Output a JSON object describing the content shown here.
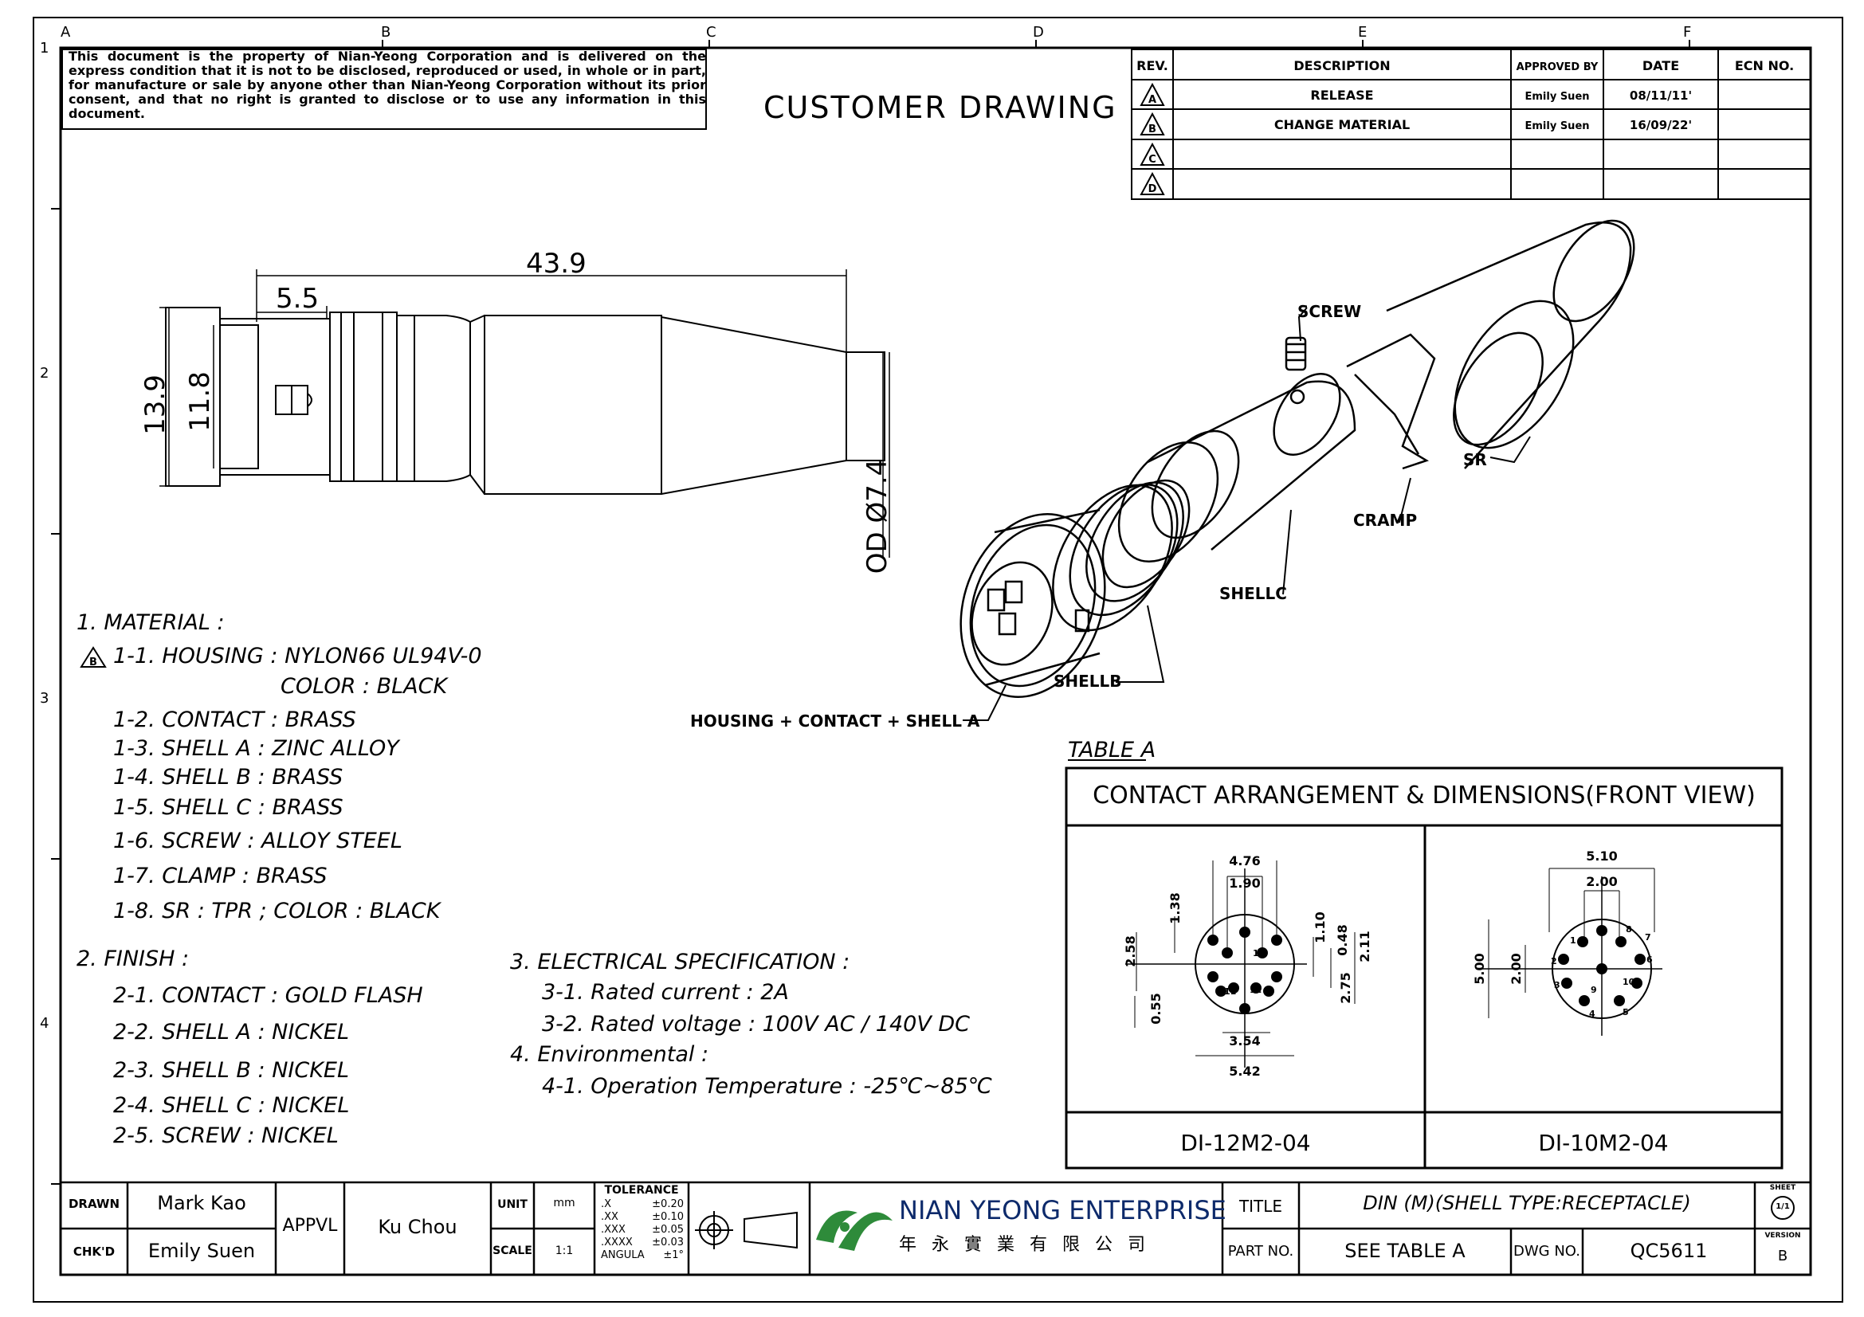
{
  "notice": "This document is the property of Nian-Yeong Corporation and is delivered on the express condition that it is not to be disclosed, reproduced or used, in whole or in part, for manufacture or sale by anyone other than Nian-Yeong Corporation without its prior consent, and that no right is granted to disclose or to use any information in this document.",
  "drawing_title": "CUSTOMER DRAWING",
  "zone_letters": [
    "A",
    "B",
    "C",
    "D",
    "E",
    "F"
  ],
  "zone_numbers": [
    "1",
    "2",
    "3",
    "4"
  ],
  "revision_table": {
    "headers": [
      "REV.",
      "DESCRIPTION",
      "APPROVED BY",
      "DATE",
      "ECN NO."
    ],
    "rows": [
      {
        "rev": "A",
        "description": "RELEASE",
        "approved": "Emily Suen",
        "date": "08/11/11'",
        "ecn": ""
      },
      {
        "rev": "B",
        "description": "CHANGE MATERIAL",
        "approved": "Emily Suen",
        "date": "16/09/22'",
        "ecn": ""
      },
      {
        "rev": "C",
        "description": "",
        "approved": "",
        "date": "",
        "ecn": ""
      },
      {
        "rev": "D",
        "description": "",
        "approved": "",
        "date": "",
        "ecn": ""
      }
    ]
  },
  "side_view": {
    "dim_total": "43.9",
    "dim_front": "5.5",
    "dim_height_outer": "13.9",
    "dim_height_inner": "11.8",
    "dim_od": "OD Ø7.4"
  },
  "exploded_labels": {
    "screw": "SCREW",
    "sr": "SR",
    "cramp": "CRAMP",
    "shell_c": "SHELLC",
    "shell_b": "SHELLB",
    "housing": "HOUSING + CONTACT + SHELL A"
  },
  "notes": {
    "material_heading": "1. MATERIAL :",
    "material_rev_mark": "B",
    "material_items": [
      "1-1. HOUSING : NYLON66 UL94V-0",
      "COLOR : BLACK",
      "1-2. CONTACT : BRASS",
      "1-3. SHELL A : ZINC ALLOY",
      "1-4. SHELL B : BRASS",
      "1-5. SHELL C : BRASS",
      "1-6. SCREW : ALLOY STEEL",
      "1-7. CLAMP : BRASS",
      "1-8. SR : TPR ; COLOR : BLACK"
    ],
    "finish_heading": "2. FINISH :",
    "finish_items": [
      "2-1. CONTACT : GOLD FLASH",
      "2-2. SHELL A : NICKEL",
      "2-3. SHELL B : NICKEL",
      "2-4. SHELL C : NICKEL",
      "2-5. SCREW : NICKEL"
    ],
    "electrical_heading": "3. ELECTRICAL SPECIFICATION :",
    "electrical_items": [
      "3-1. Rated current : 2A",
      "3-2. Rated voltage : 100V AC / 140V DC"
    ],
    "environmental_heading": "4. Environmental :",
    "environmental_items": [
      "4-1. Operation Temperature : -25℃~85℃"
    ]
  },
  "table_a": {
    "label": "TABLE A",
    "header": "CONTACT ARRANGEMENT & DIMENSIONS(FRONT VIEW)",
    "left": {
      "part": "DI-12M2-04",
      "dims": [
        "4.76",
        "1.90",
        "1.38",
        "1.10",
        "0.48",
        "2.11",
        "2.58",
        "0.55",
        "2.75",
        "3.54",
        "5.42"
      ],
      "pin_numbers": [
        "10",
        "11",
        "12"
      ]
    },
    "right": {
      "part": "DI-10M2-04",
      "dims": [
        "5.10",
        "2.00",
        "5.00",
        "2.00"
      ],
      "pin_numbers": [
        "1",
        "2",
        "3",
        "4",
        "5",
        "6",
        "7",
        "8",
        "9",
        "10"
      ]
    }
  },
  "title_block": {
    "drawn_label": "DRAWN",
    "drawn_value": "Mark Kao",
    "chkd_label": "CHK'D",
    "chkd_value": "Emily Suen",
    "appvl_label": "APPVL",
    "appvl_value": "Ku Chou",
    "unit_label": "UNIT",
    "unit_value": "mm",
    "scale_label": "SCALE",
    "scale_value": "1:1",
    "tolerance_label": "TOLERANCE",
    "tolerance_rows": [
      {
        "k": ".X",
        "v": "±0.20"
      },
      {
        "k": ".XX",
        "v": "±0.10"
      },
      {
        "k": ".XXX",
        "v": "±0.05"
      },
      {
        "k": ".XXXX",
        "v": "±0.03"
      },
      {
        "k": "ANGULA",
        "v": "±1°"
      }
    ],
    "company_name": "NIAN YEONG ENTERPRISE",
    "company_name_cn": "年 永 實 業 有 限 公 司",
    "title_label": "TITLE",
    "title_value": "DIN (M)(SHELL TYPE:RECEPTACLE)",
    "part_no_label": "PART NO.",
    "part_no_value": "SEE TABLE A",
    "dwg_no_label": "DWG NO.",
    "dwg_no_value": "QC5611",
    "sheet_label": "SHEET",
    "sheet_value": "1/1",
    "version_label": "VERSION",
    "version_value": "B"
  },
  "colors": {
    "ink": "#000000",
    "logo_green": "#2e8b3a",
    "paper": "#ffffff"
  }
}
